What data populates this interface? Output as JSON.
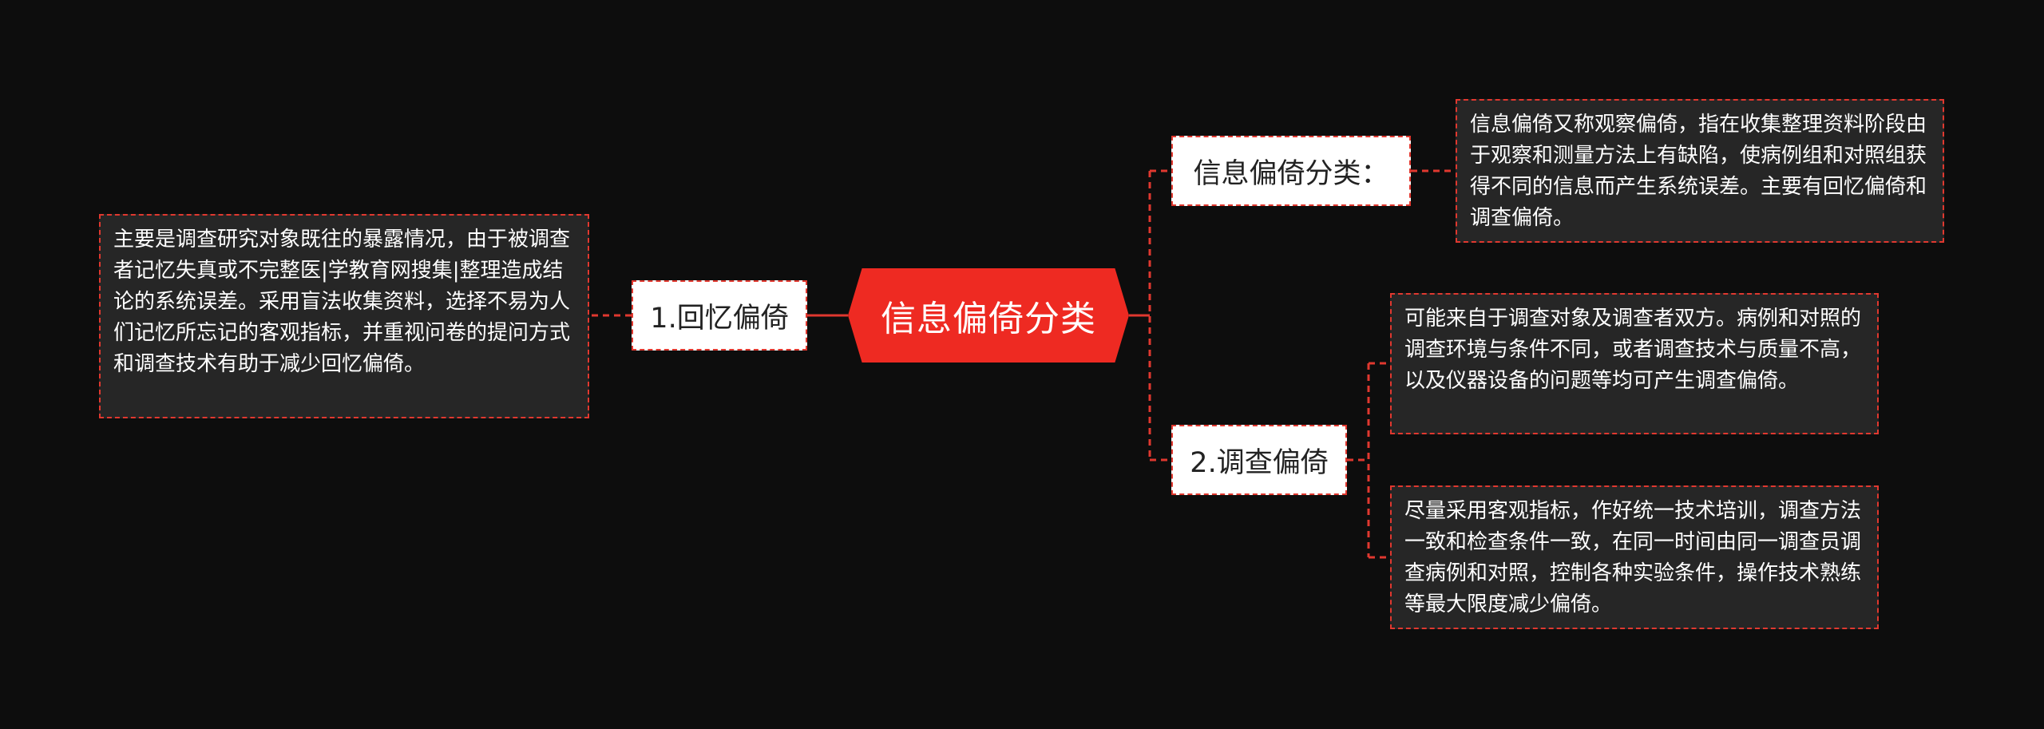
{
  "colors": {
    "background": "#0d0d0d",
    "central": "#ee2a22",
    "connector": "#e0382f",
    "branch_fill": "#ffffff",
    "leaf_fill": "#262626"
  },
  "root": {
    "label": "信息偏倚分类"
  },
  "branches": {
    "info": {
      "label": "信息偏倚分类：",
      "leaf": "信息偏倚又称观察偏倚，指在收集整理资料阶段由于观察和测量方法上有缺陷，使病例组和对照组获得不同的信息而产生系统误差。主要有回忆偏倚和调查偏倚。"
    },
    "recall": {
      "label": "1.回忆偏倚",
      "leaf": "主要是调查研究对象既往的暴露情况，由于被调查者记忆失真或不完整医|学教育网搜集|整理造成结论的系统误差。采用盲法收集资料，选择不易为人们记忆所忘记的客观指标，并重视问卷的提问方式和调查技术有助于减少回忆偏倚。"
    },
    "survey": {
      "label": "2.调查偏倚",
      "leaves": [
        "可能来自于调查对象及调查者双方。病例和对照的调查环境与条件不同，或者调查技术与质量不高，以及仪器设备的问题等均可产生调查偏倚。",
        "尽量采用客观指标，作好统一技术培训，调查方法一致和检查条件一致，在同一时间由同一调查员调查病例和对照，控制各种实验条件，操作技术熟练等最大限度减少偏倚。"
      ]
    }
  }
}
